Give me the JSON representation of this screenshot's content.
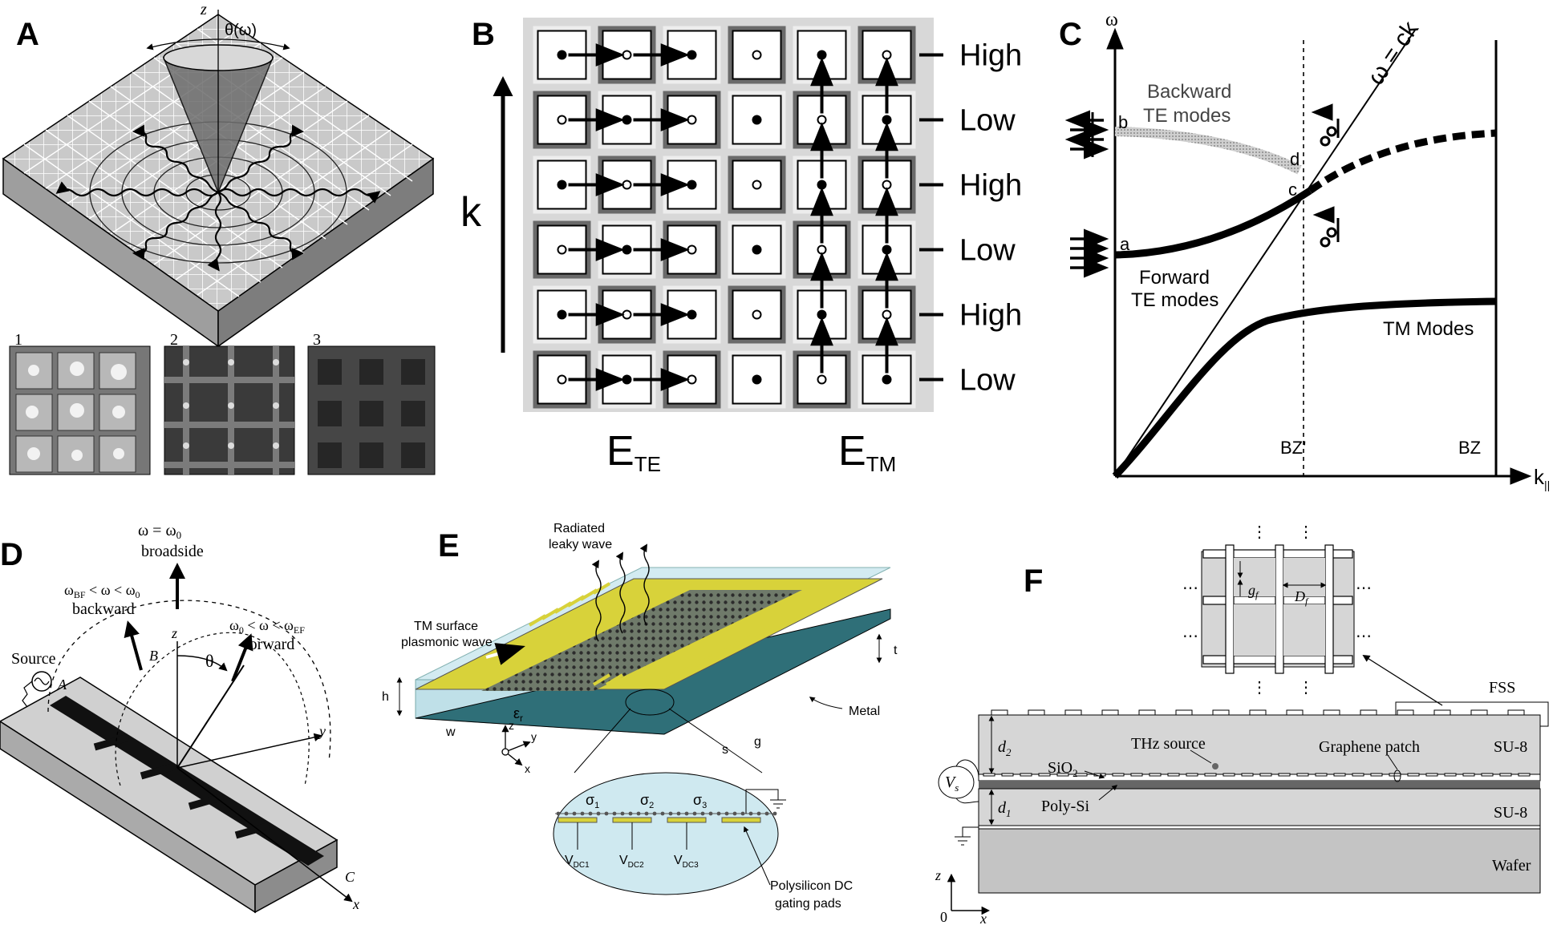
{
  "panels": {
    "A": {
      "letter": "A",
      "axis_z": "z",
      "angle_label": "θ(ω)",
      "insets": [
        "1",
        "2",
        "3"
      ]
    },
    "B": {
      "letter": "B",
      "k_label": "k",
      "row_labels": [
        "High",
        "Low",
        "High",
        "Low",
        "High",
        "Low"
      ],
      "col_label_te_main": "E",
      "col_label_te_sub": "TE",
      "col_label_tm_main": "E",
      "col_label_tm_sub": "TM"
    },
    "C": {
      "letter": "C",
      "y_axis": "ω",
      "x_axis_main": "k",
      "x_axis_sub": "||",
      "line_label": "ω = ck",
      "backward_line1": "Backward",
      "backward_line2": "TE modes",
      "forward_line1": "Forward",
      "forward_line2": "TE modes",
      "tm_label": "TM Modes",
      "point_a": "a",
      "point_b": "b",
      "point_c": "c",
      "point_d": "d",
      "bz_prime": "BZ'",
      "bz": "BZ"
    },
    "D": {
      "letter": "D",
      "broadside_eq": "ω = ω",
      "broadside_sub": "0",
      "broadside": "broadside",
      "backward_eq": "ω",
      "backward_eq_sub": "BF",
      "backward_eq_rest": " < ω < ω",
      "backward_eq_sub2": "0",
      "backward": "backward",
      "forward_eq": "ω",
      "forward_eq_sub": "0",
      "forward_eq_rest": " < ω < ω",
      "forward_eq_sub2": "EF",
      "forward": "forward",
      "source": "Source",
      "A": "A",
      "B": "B",
      "C": "C",
      "z": "z",
      "y": "y",
      "x": "x",
      "theta": "θ"
    },
    "E": {
      "letter": "E",
      "radiated_line1": "Radiated",
      "radiated_line2": "leaky wave",
      "tm_line1": "TM surface",
      "tm_line2": "plasmonic wave",
      "h": "h",
      "w": "w",
      "t": "t",
      "s": "s",
      "g": "g",
      "eps": "ε",
      "eps_sub": "r",
      "metal": "Metal",
      "z": "z",
      "y": "y",
      "x": "x",
      "sigma": [
        "σ",
        "σ",
        "σ"
      ],
      "sigma_sub": [
        "1",
        "2",
        "3"
      ],
      "vdc": [
        "V",
        "V",
        "V"
      ],
      "vdc_sub": [
        "DC1",
        "DC2",
        "DC3"
      ],
      "pads_line1": "Polysilicon DC",
      "pads_line2": "gating pads"
    },
    "F": {
      "letter": "F",
      "gf": "g",
      "gf_sub": "f",
      "df": "D",
      "df_sub": "f",
      "fss": "FSS",
      "d2": "d",
      "d2_sub": "2",
      "d1": "d",
      "d1_sub": "1",
      "thz": "THz source",
      "graphene": "Graphene patch",
      "sio2": "SiO",
      "sio2_sub": "2",
      "polysi": "Poly-Si",
      "su8_top": "SU-8",
      "su8_bottom": "SU-8",
      "wafer": "Wafer",
      "vs": "V",
      "vs_sub": "s",
      "z": "z",
      "x": "x",
      "zero": "0"
    }
  },
  "colors": {
    "ink": "#000000",
    "slab_gray": "#bdbdbd",
    "board_gray": "#cfcfcf",
    "dark_gray": "#555555",
    "teal": "#2f6f78",
    "light_blue": "#cfe9f0",
    "yellow": "#d8d23a",
    "layer_gray": "#d6d6d6",
    "wafer_gray": "#c4c4c4",
    "backward_band": "#9a9a9a"
  }
}
